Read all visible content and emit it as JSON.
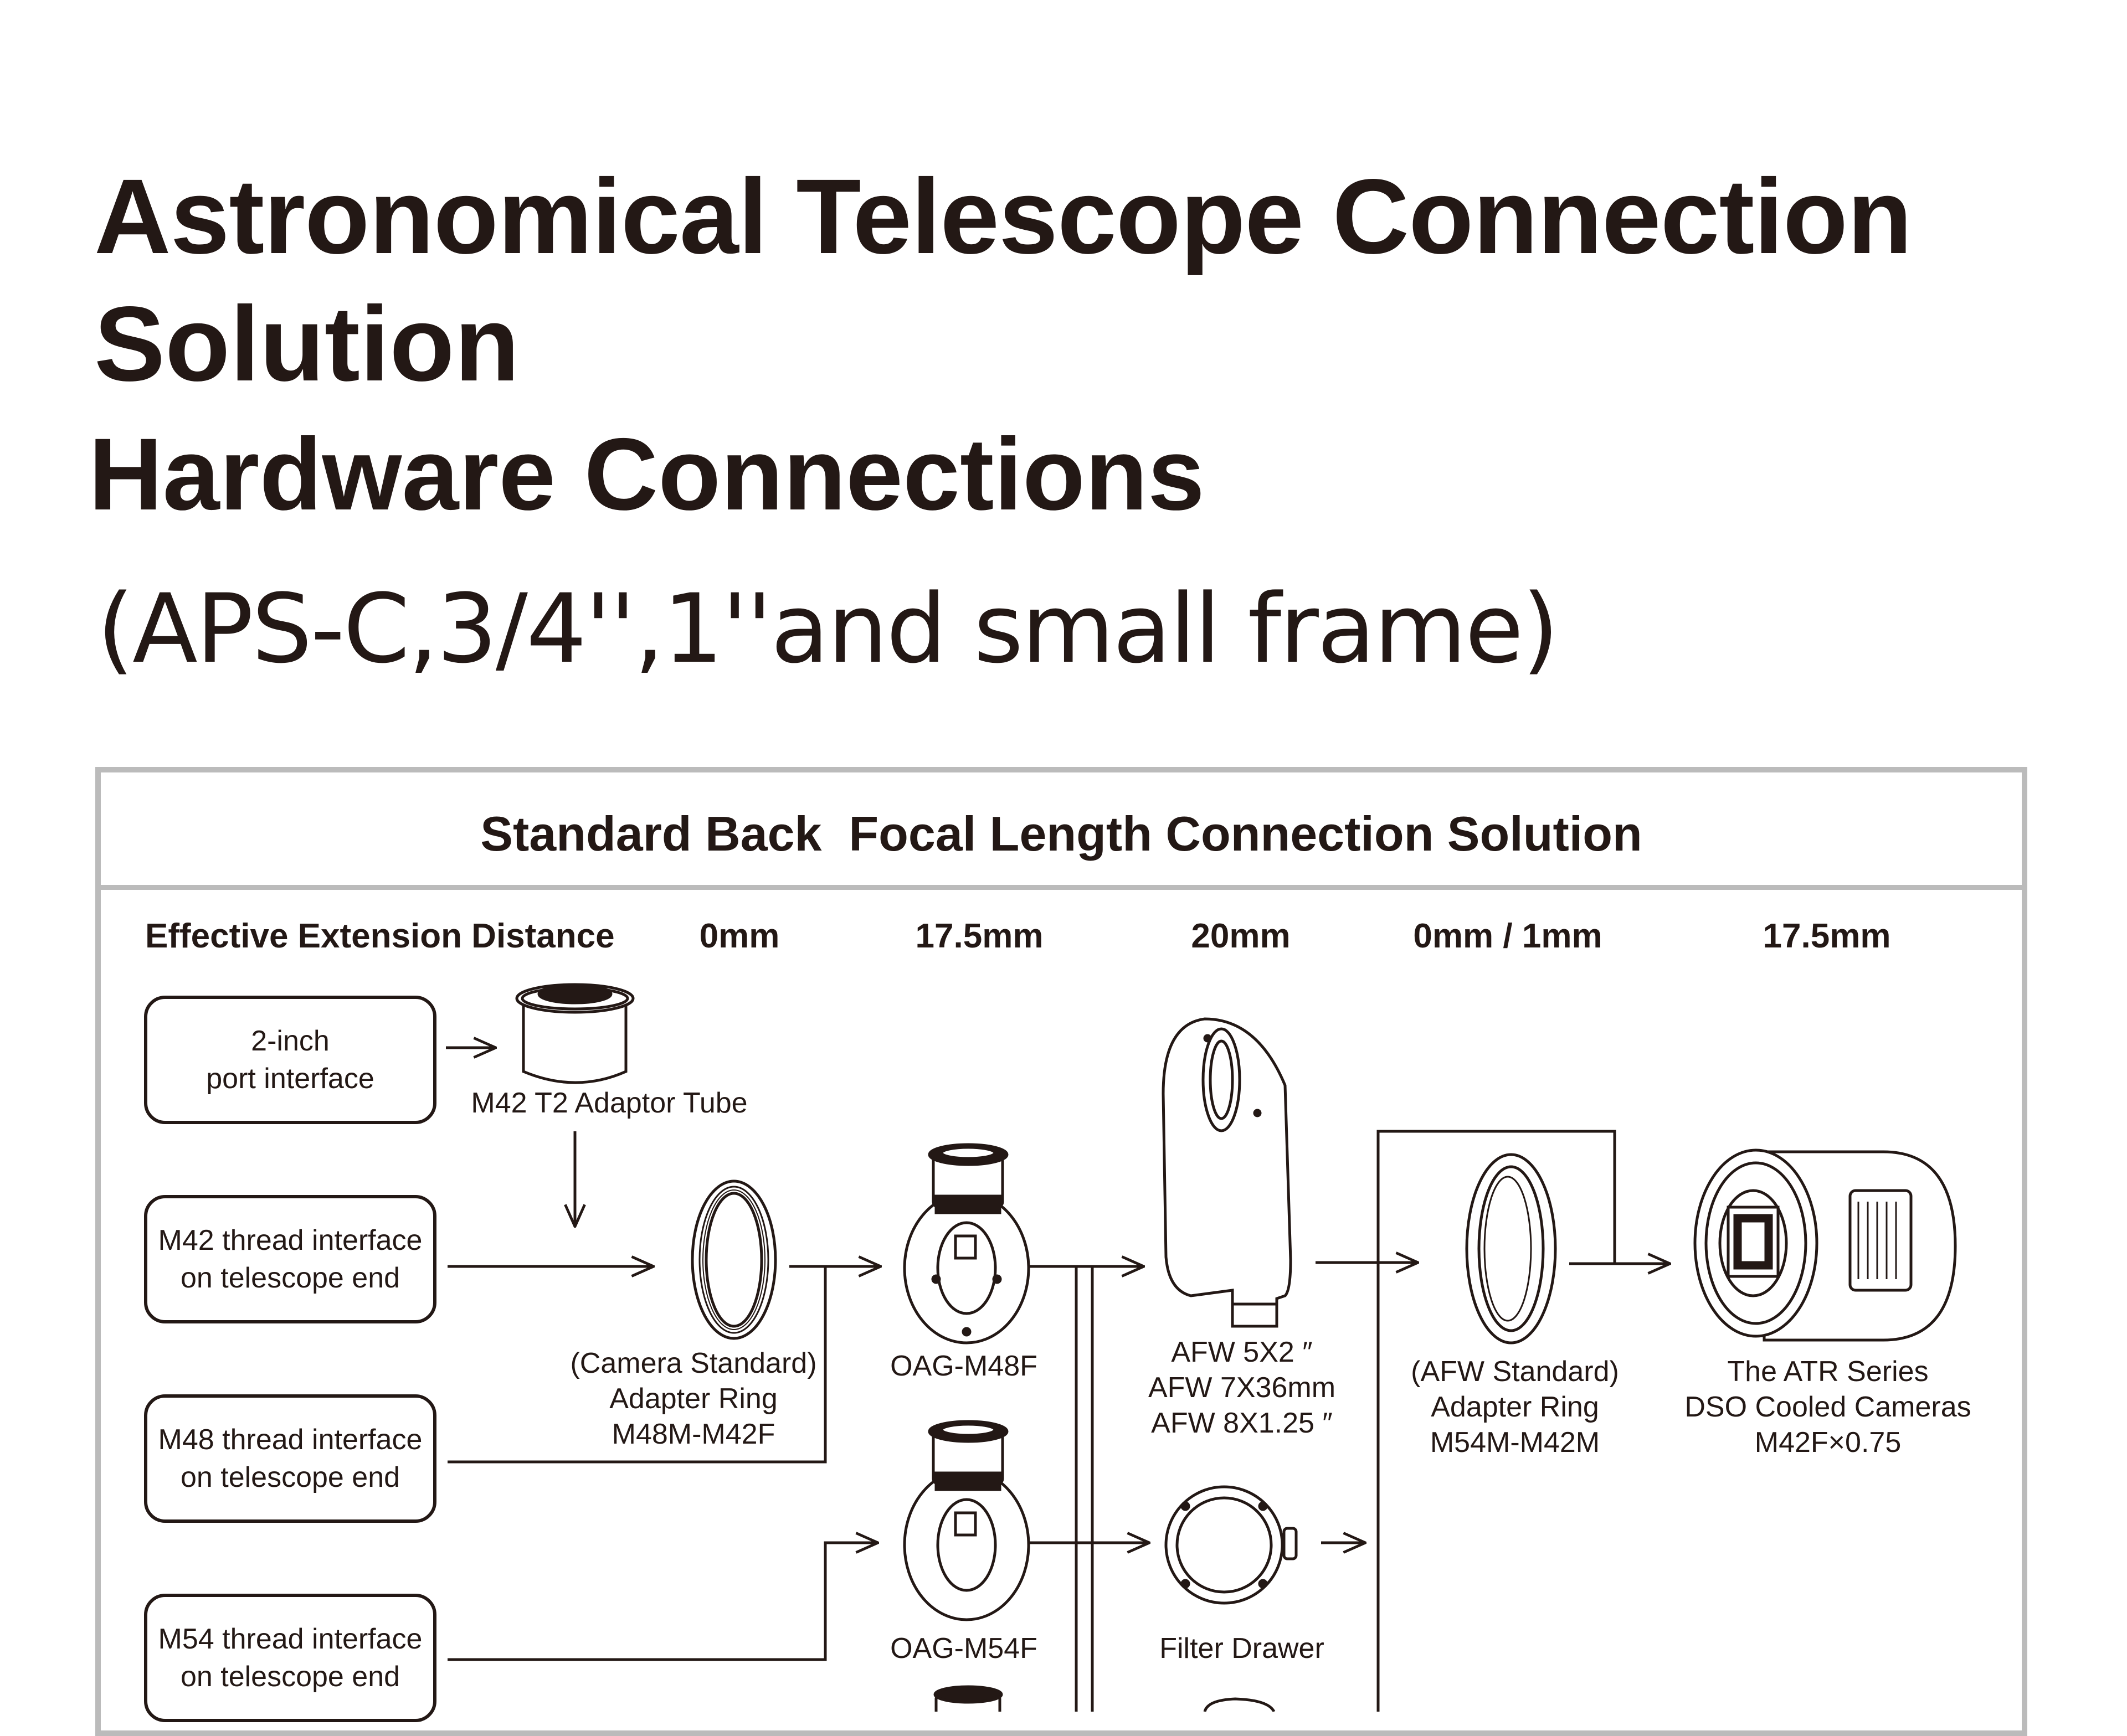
{
  "title": {
    "line1": "Astronomical Telescope Connection",
    "line2": "Solution",
    "line3": "Hardware Connections",
    "subtitle": "(APS-C,3/4'',1''and small frame)"
  },
  "panel": {
    "title": "Standard Back  Focal Length Connection Solution",
    "headers": {
      "label": "Effective Extension Distance",
      "col1": "0mm",
      "col2": "17.5mm",
      "col3": "20mm",
      "col4": "0mm / 1mm",
      "col5": "17.5mm"
    }
  },
  "inputs": [
    {
      "line1": "2-inch",
      "line2": "port interface"
    },
    {
      "line1": "M42 thread interface",
      "line2": "on telescope end"
    },
    {
      "line1": "M48 thread interface",
      "line2": "on telescope end"
    },
    {
      "line1": "M54 thread interface",
      "line2": "on telescope end"
    }
  ],
  "components": {
    "t2_tube": "M42 T2 Adaptor Tube",
    "camera_ring": {
      "l1": "(Camera Standard)",
      "l2": "Adapter Ring",
      "l3": "M48M-M42F"
    },
    "oag48": "OAG-M48F",
    "oag54": "OAG-M54F",
    "afw": {
      "l1": "AFW 5X2 ″",
      "l2": "AFW 7X36mm",
      "l3": "AFW 8X1.25 ″"
    },
    "filter_drawer": "Filter Drawer",
    "afw_ring": {
      "l1": "(AFW Standard)",
      "l2": "Adapter Ring",
      "l3": "M54M-M42M"
    },
    "camera": {
      "l1": "The ATR Series",
      "l2": "DSO Cooled Cameras",
      "l3": "M42F×0.75"
    }
  },
  "colors": {
    "ink": "#231815",
    "panel_border": "#bbbbbb"
  }
}
